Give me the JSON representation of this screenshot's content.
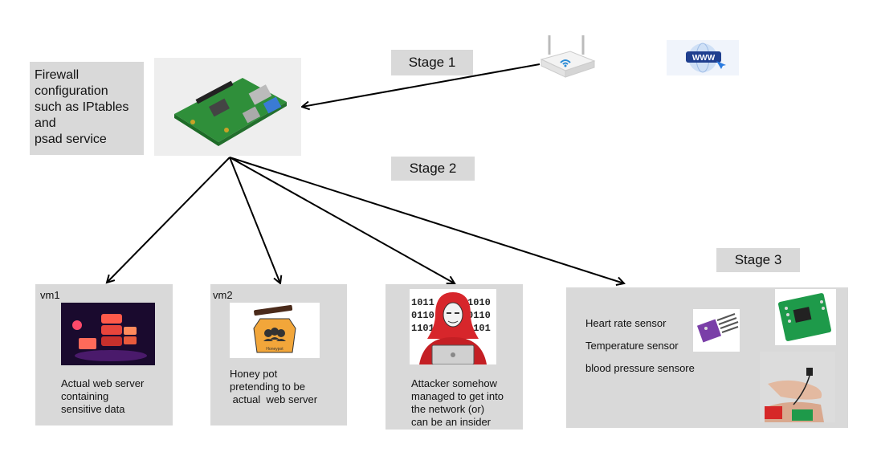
{
  "firewall": {
    "lines": [
      "Firewall",
      "configuration",
      "such as IPtables",
      "and",
      "psad service"
    ]
  },
  "stages": {
    "s1": "Stage 1",
    "s2": "Stage 2",
    "s3": "Stage 3"
  },
  "vm1": {
    "title": "vm1",
    "lines": [
      "Actual web server",
      "containing",
      "sensitive data"
    ]
  },
  "vm2": {
    "title": "vm2",
    "lines": [
      "Honey pot",
      "pretending to be",
      " actual  web server"
    ],
    "image_text": "Honeypot"
  },
  "attacker": {
    "lines": [
      "Attacker somehow",
      "managed to get into",
      "the network (or)",
      "can be an insider"
    ],
    "binary_left": [
      "1011",
      "0110",
      "1101"
    ],
    "binary_right": [
      "1010",
      "0110",
      "1101"
    ]
  },
  "sensors": {
    "lines": [
      "Heart rate sensor",
      "Temperature sensor",
      "blood pressure sensore"
    ]
  },
  "www": {
    "text": "WWW"
  },
  "colors": {
    "box": "#d9d9d9",
    "pi_green": "#2f8f3a",
    "server_red": "#e8453c",
    "hood_red": "#d7262b"
  }
}
